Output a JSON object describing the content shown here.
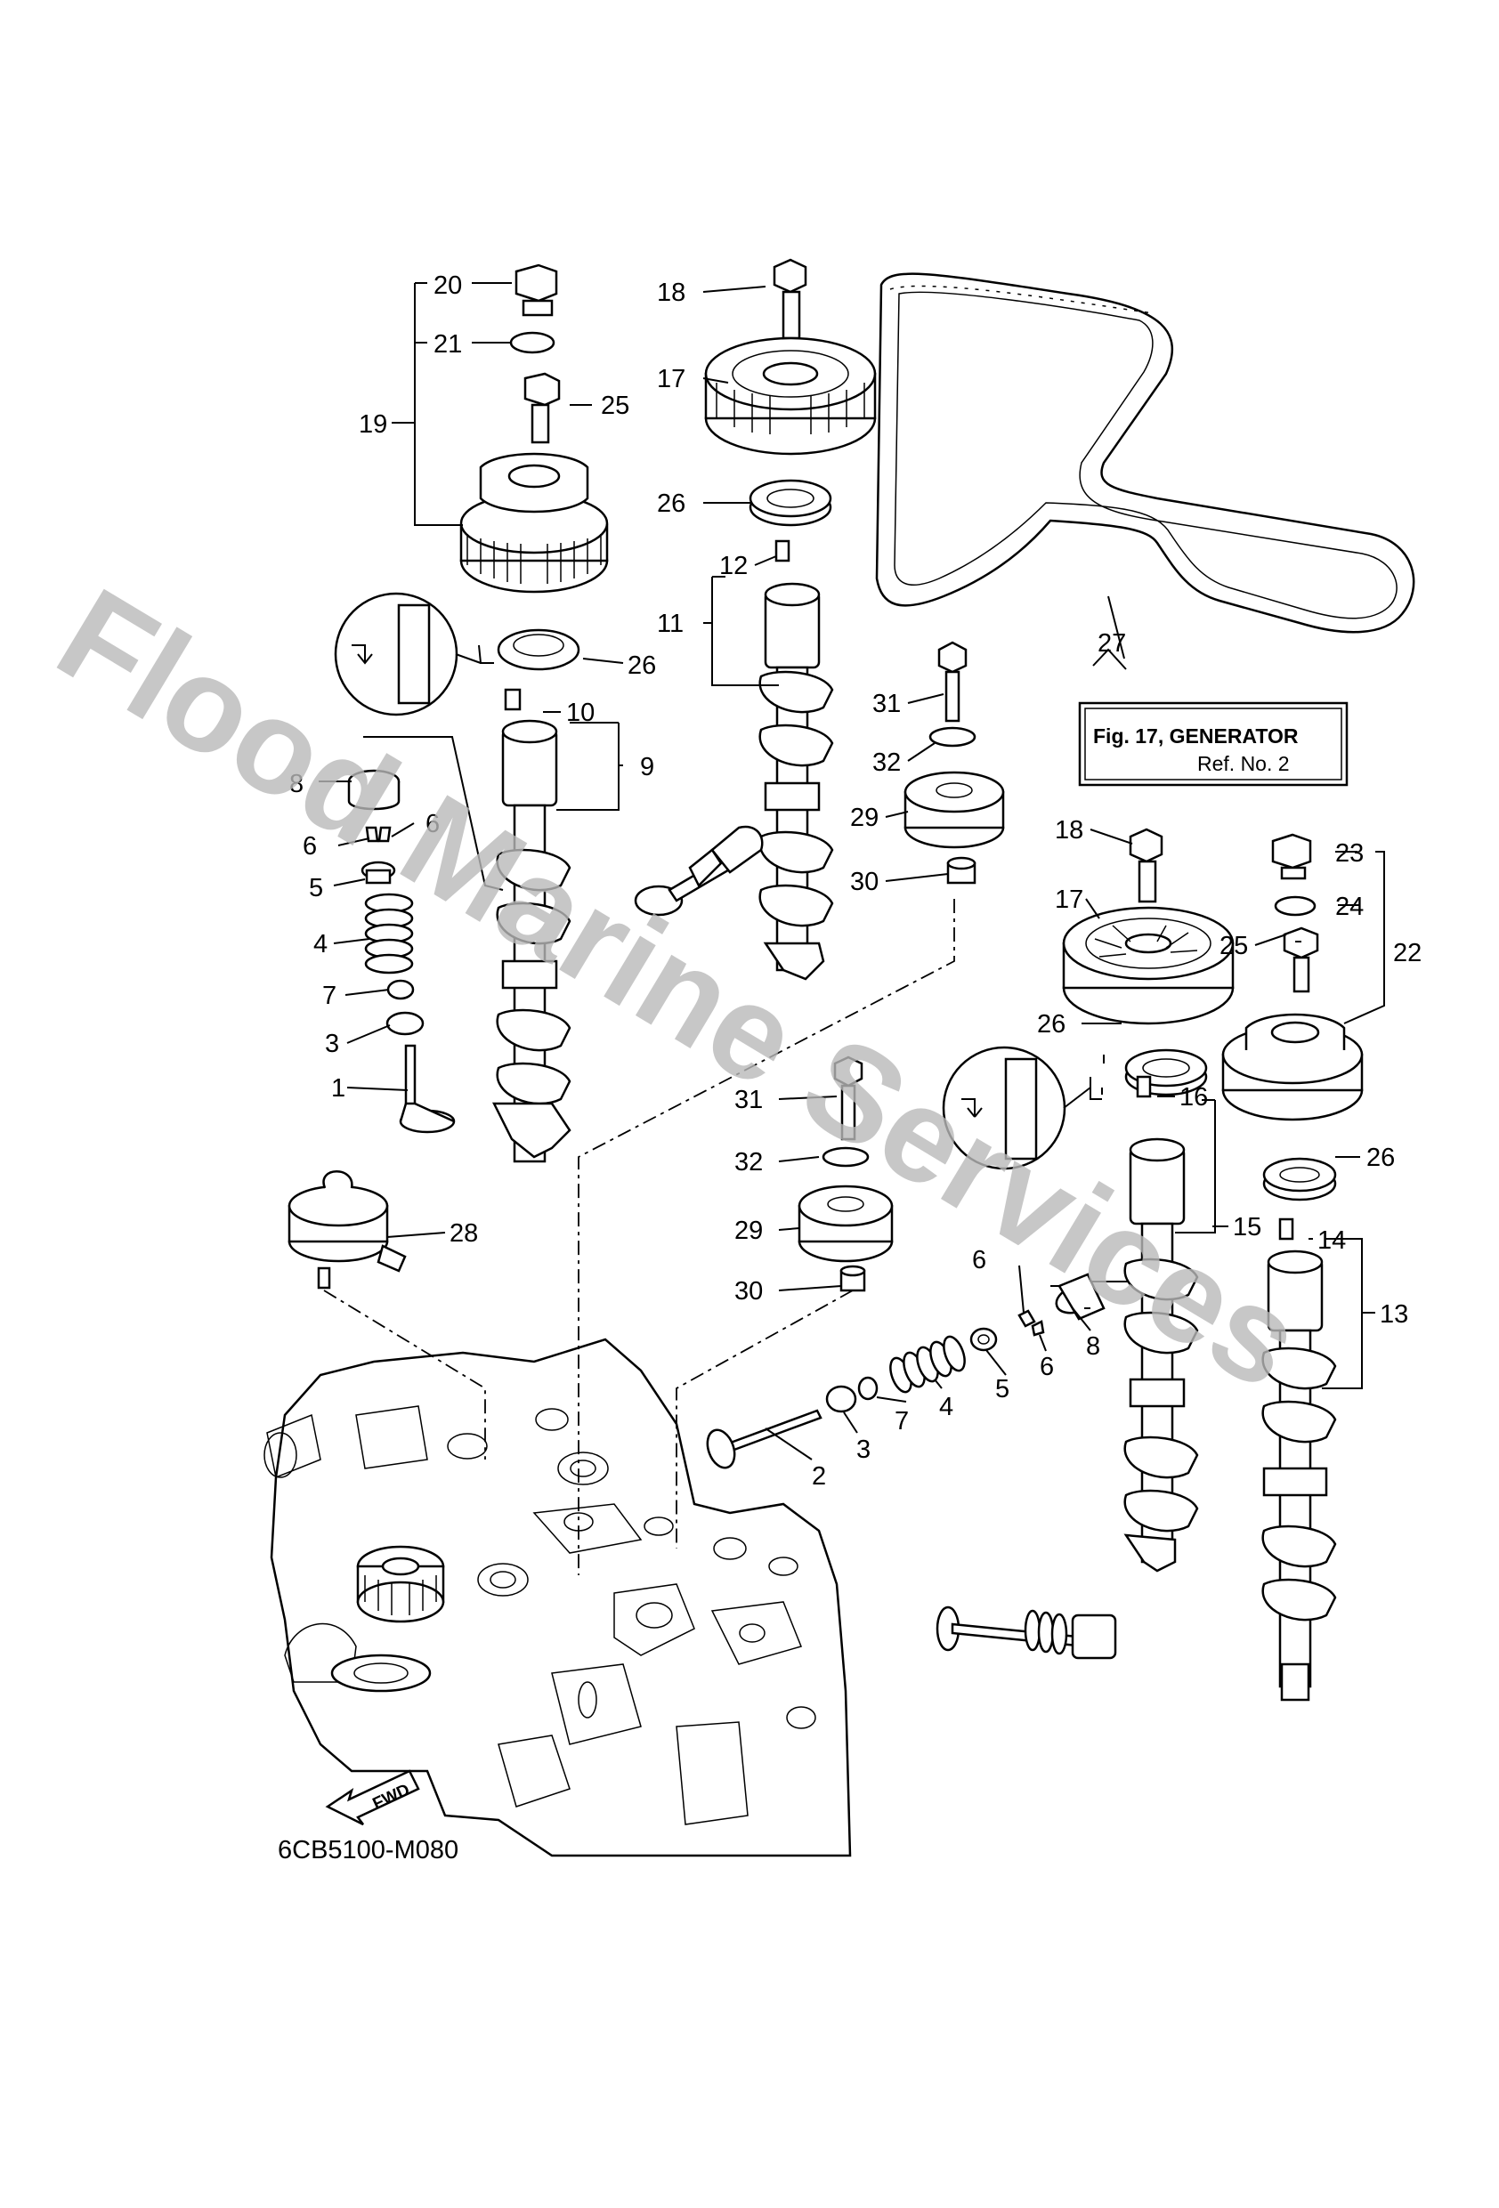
{
  "diagram_code": "6CB5100-M080",
  "watermark": "Flood Marine Services",
  "reference_box": {
    "line1": "Fig. 17, GENERATOR",
    "line2": "Ref. No. 2"
  },
  "fwd_label": "FWD",
  "callouts": {
    "c1": "1",
    "c2": "2",
    "c3a": "3",
    "c3b": "3",
    "c4a": "4",
    "c4b": "4",
    "c5a": "5",
    "c5b": "5",
    "c6a": "6",
    "c6b": "6",
    "c6c": "6",
    "c6d": "6",
    "c7a": "7",
    "c7b": "7",
    "c8a": "8",
    "c8b": "8",
    "c9": "9",
    "c10": "10",
    "c11": "11",
    "c12": "12",
    "c13": "13",
    "c14": "14",
    "c15": "15",
    "c16": "16",
    "c17a": "17",
    "c17b": "17",
    "c18a": "18",
    "c18b": "18",
    "c19": "19",
    "c20": "20",
    "c21": "21",
    "c22": "22",
    "c23": "23",
    "c24": "24",
    "c25a": "25",
    "c25b": "25",
    "c26a": "26",
    "c26b": "26",
    "c26c": "26",
    "c26d": "26",
    "c27": "27",
    "c28": "28",
    "c29a": "29",
    "c29b": "29",
    "c30a": "30",
    "c30b": "30",
    "c31a": "31",
    "c31b": "31",
    "c32a": "32",
    "c32b": "32"
  }
}
